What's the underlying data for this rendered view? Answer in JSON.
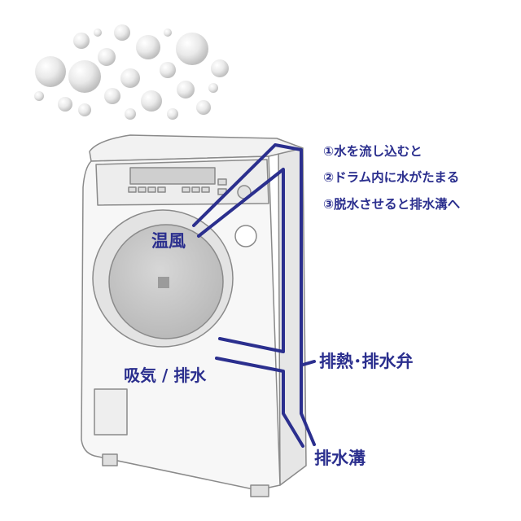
{
  "steps": [
    "①水を流し込むと",
    "②ドラム内に水がたまる",
    "③脱水させると排水溝へ"
  ],
  "labels": {
    "warm_air": "温風",
    "intake_drain": "吸気 / 排水",
    "exhaust_drain_valve": "排熱･排水弁",
    "drain_ditch": "排水溝"
  },
  "colors": {
    "accent": "#2b2f8e",
    "outline": "#8a8a8a",
    "body": "#f4f4f4"
  }
}
